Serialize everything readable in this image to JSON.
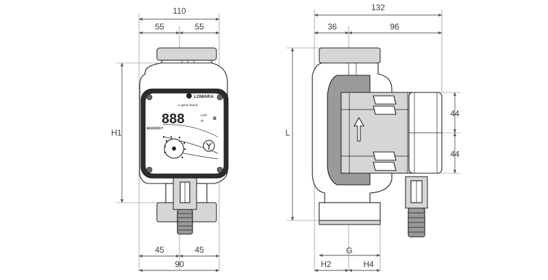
{
  "front_view": {
    "overall_width": "110",
    "half_left": "55",
    "half_right": "55",
    "height_label": "H1",
    "bottom_half_left": "45",
    "bottom_half_right": "45",
    "bottom_width": "90"
  },
  "side_view": {
    "overall_width": "132",
    "offset_left": "36",
    "offset_right": "96",
    "length_label": "L",
    "module_upper": "44",
    "module_lower": "44",
    "thread_label": "G",
    "base_left": "H2",
    "base_right": "H4"
  },
  "panel": {
    "brand": "LOWARA",
    "sub_brand": "a xylem brand",
    "display": "888",
    "unit_top": "m³/h",
    "unit_bottom": "W",
    "model": "ecocirc+"
  }
}
